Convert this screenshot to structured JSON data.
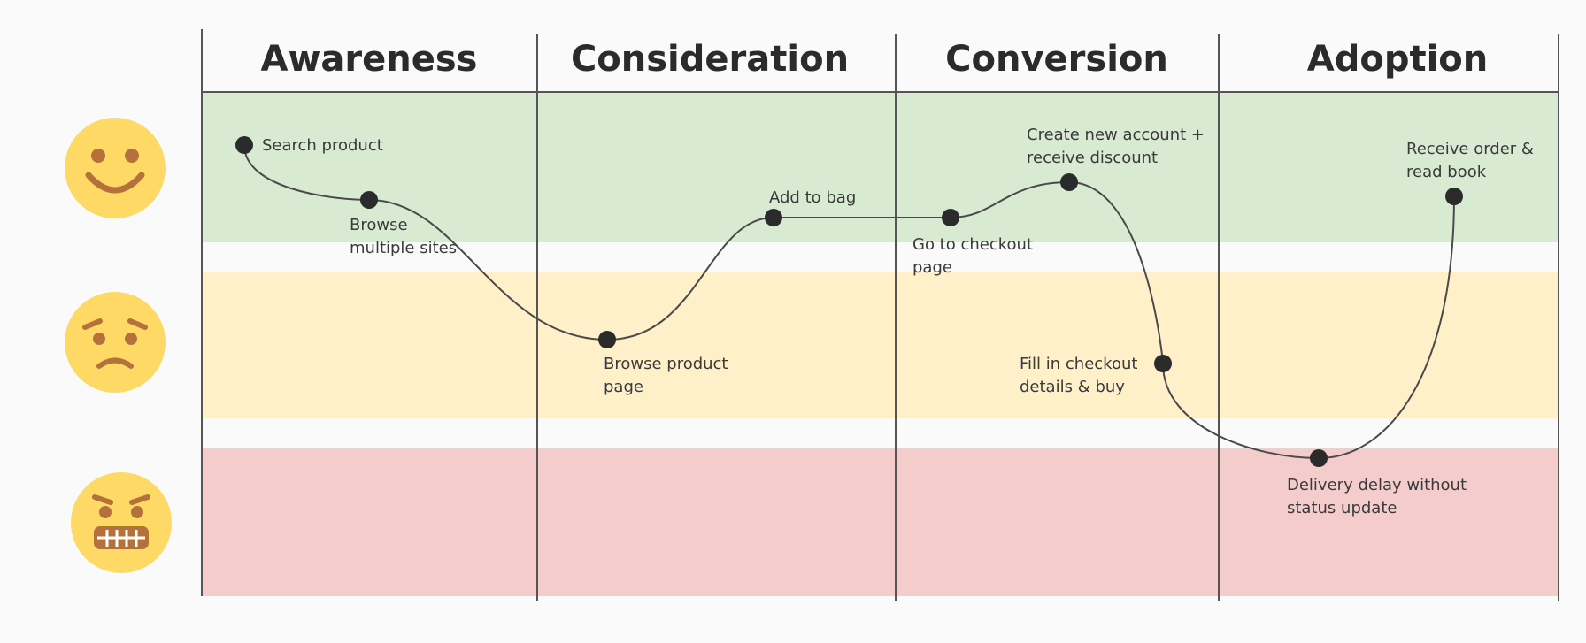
{
  "colors": {
    "positive_band": "#d9ead3",
    "neutral_band": "#fff0c9",
    "negative_band": "#f4cccc",
    "face": "#ffd966",
    "face_features": "#b5713b",
    "line": "#4a4a4a",
    "node": "#2b2b2b"
  },
  "stages": [
    "Awareness",
    "Consideration",
    "Conversion",
    "Adoption"
  ],
  "emotions": [
    {
      "name": "happy",
      "icon": "smiling-face-icon"
    },
    {
      "name": "worried",
      "icon": "worried-face-icon"
    },
    {
      "name": "angry",
      "icon": "grimacing-angry-face-icon"
    }
  ],
  "steps": [
    {
      "lines": [
        "Search product"
      ]
    },
    {
      "lines": [
        "Browse",
        "multiple sites"
      ]
    },
    {
      "lines": [
        "Browse product",
        "page"
      ]
    },
    {
      "lines": [
        "Add to bag"
      ]
    },
    {
      "lines": [
        "Go to checkout",
        "page"
      ]
    },
    {
      "lines": [
        "Create new account +",
        "receive discount"
      ]
    },
    {
      "lines": [
        "Fill in checkout",
        "details & buy"
      ]
    },
    {
      "lines": [
        "Delivery delay without",
        "status update"
      ]
    },
    {
      "lines": [
        "Receive order &",
        "read book"
      ]
    }
  ]
}
